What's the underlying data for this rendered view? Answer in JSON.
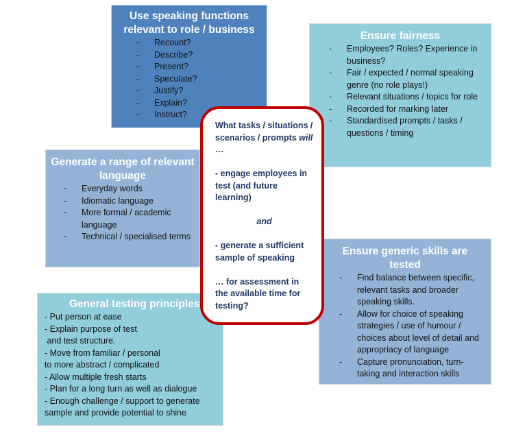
{
  "functions": {
    "title": "Use speaking functions relevant to role / business",
    "items": [
      "Recount?",
      "Describe?",
      "Present?",
      "Speculate?",
      "Justify?",
      "Explain?",
      "Instruct?"
    ]
  },
  "fairness": {
    "title": "Ensure fairness",
    "items": [
      "Employees? Roles? Experience in business?",
      "Fair / expected / normal speaking genre (no role plays!)",
      "Relevant situations / topics  for role",
      "Recorded for marking later",
      "Standardised prompts / tasks / questions / timing"
    ]
  },
  "language": {
    "title": "Generate a range of relevant language",
    "items": [
      "Everyday words",
      "Idiomatic language",
      "More formal / academic language",
      "Technical / specialised terms"
    ]
  },
  "generic": {
    "title": "Ensure generic skills are tested",
    "items": [
      "Find balance between specific, relevant tasks and broader speaking skills.",
      "Allow for choice of speaking strategies / use of humour / choices about level of detail and appropriacy of language",
      "Capture pronunciation, turn-taking and interaction skills"
    ]
  },
  "principles": {
    "title": "General testing principles",
    "lines": [
      "- Put person at ease",
      "- Explain purpose of test",
      " and test structure.",
      "- Move from familiar / personal",
      "to more abstract / complicated",
      "- Allow multiple fresh starts",
      "- Plan for a long turn as well as dialogue",
      "- Enough challenge / support to generate",
      "sample and provide potential to shine"
    ]
  },
  "center": {
    "q1": "What tasks / situations / scenarios / prompts ",
    "q1_italic": "will",
    "q1_end": " …",
    "p1": "- engage employees in test (and future learning)",
    "and": "and",
    "p2": "- generate a sufficient sample of speaking",
    "p3": "… for assessment in the available time for testing?"
  },
  "dash": "-"
}
